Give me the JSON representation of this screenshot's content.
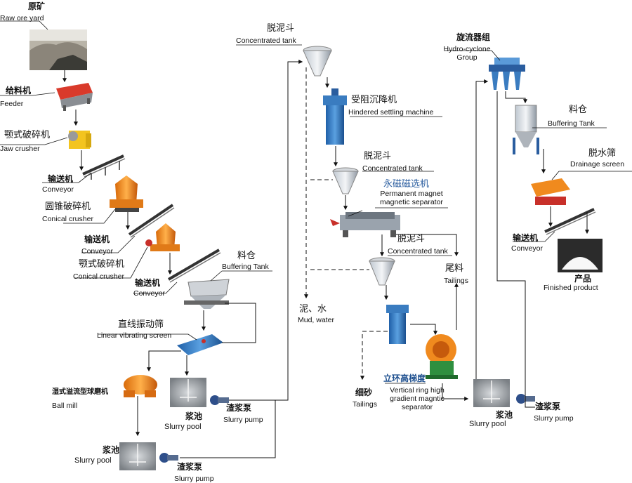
{
  "labels": {
    "raw_ore_yard": {
      "zh": "原矿",
      "en": "Raw ore yard"
    },
    "feeder": {
      "zh": "给料机",
      "en": "Feeder"
    },
    "jaw_crusher": {
      "zh": "颚式破碎机",
      "en": "Jaw crusher"
    },
    "conveyor_1": {
      "zh": "输送机",
      "en": "Conveyor"
    },
    "conical_crusher_1": {
      "zh": "圆锥破碎机",
      "en": "Conical crusher"
    },
    "conveyor_2": {
      "zh": "输送机",
      "en": "Conveyor"
    },
    "conical_crusher_2": {
      "zh": "颚式破碎机",
      "en": "Conical crusher"
    },
    "conveyor_3": {
      "zh": "输送机",
      "en": "Conveyor"
    },
    "buffering_tank_1": {
      "zh": "料仓",
      "en": "Buffering Tank"
    },
    "linear_screen": {
      "zh": "直线振动筛",
      "en": "Linear vibrating screen"
    },
    "ball_mill": {
      "zh": "湿式溢流型球磨机",
      "en": "Ball mill"
    },
    "slurry_pool_1": {
      "zh": "浆池",
      "en": "Slurry pool"
    },
    "slurry_pump_1": {
      "zh": "渣浆泵",
      "en": "Slurry pump"
    },
    "slurry_pool_2": {
      "zh": "浆池",
      "en": "Slurry pool"
    },
    "slurry_pump_2": {
      "zh": "渣浆泵",
      "en": "Slurry pump"
    },
    "concentrated_tank_1": {
      "zh": "脱泥斗",
      "en": "Concentrated tank"
    },
    "hindered_settling": {
      "zh": "受阻沉降机",
      "en": "Hindered settling machine"
    },
    "concentrated_tank_2": {
      "zh": "脱泥斗",
      "en": "Concentrated tank"
    },
    "magnetic_separator": {
      "zh": "永磁磁选机",
      "en": "Permanent magnet magnetic separator"
    },
    "concentrated_tank_3": {
      "zh": "脱泥斗",
      "en": "Concentrated tank"
    },
    "tailings_1": {
      "zh": "尾料",
      "en": "Tailings"
    },
    "mud_water": {
      "zh": "泥、水",
      "en": "Mud, water"
    },
    "fine_sand": {
      "zh": "细砂",
      "en": "Tailings"
    },
    "vertical_ring": {
      "zh": "立环高梯度",
      "en": "Vertical ring high gradient magntic separator"
    },
    "slurry_pool_3": {
      "zh": "浆池",
      "en": "Slurry pool"
    },
    "slurry_pump_3": {
      "zh": "渣浆泵",
      "en": "Slurry pump"
    },
    "hydrocyclone": {
      "zh": "旋流器组",
      "en": "Hydro-cyclone Group"
    },
    "buffering_tank_2": {
      "zh": "料仓",
      "en": "Buffering Tank"
    },
    "drainage_screen": {
      "zh": "脱水筛",
      "en": "Drainage screen"
    },
    "conveyor_4": {
      "zh": "输送机",
      "en": "Conveyor"
    },
    "finished_product": {
      "zh": "产品",
      "en": "Finished product"
    }
  },
  "colors": {
    "line": "#111111",
    "steel_blue": "#3a7cc0",
    "orange": "#f08a1e",
    "yellow": "#f2c21a",
    "red": "#c8302a",
    "green": "#2f8f3f",
    "grey": "#9aa3ad"
  }
}
